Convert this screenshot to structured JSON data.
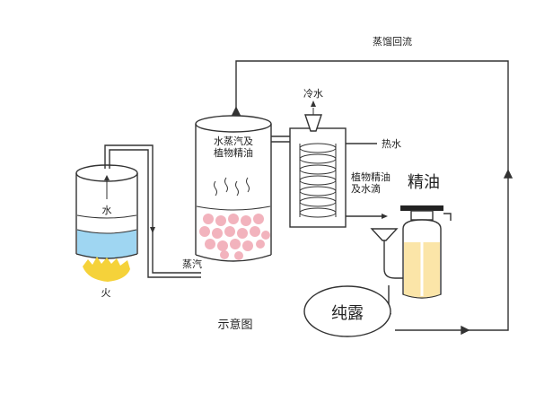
{
  "labels": {
    "reflux": "蒸馏回流",
    "cold_water": "冷水",
    "hot_water": "热水",
    "steam_and_oil_1": "水蒸汽及",
    "steam_and_oil_2": "植物精油",
    "oil_and_water_1": "植物精油",
    "oil_and_water_2": "及水滴",
    "essential_oil": "精油",
    "water": "水",
    "fire": "火",
    "steam": "蒸汽",
    "hydrosol": "纯露",
    "diagram_title": "示意图"
  },
  "colors": {
    "water": "#9fd6f2",
    "flame": "#f5d23a",
    "petals": "#f2b3bd",
    "oil": "#fbe5a8",
    "cap": "#222222"
  }
}
